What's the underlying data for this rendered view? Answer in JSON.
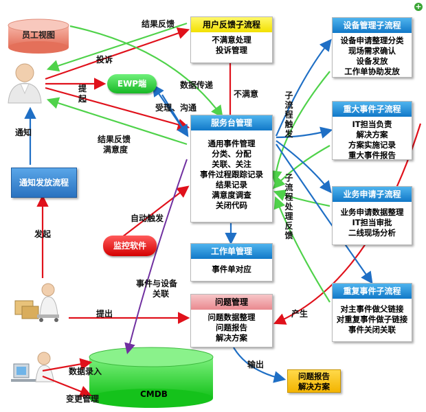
{
  "top_right_icon": "plus-icon",
  "nodes": {
    "employee_view": {
      "label": "员工视图"
    },
    "ewp": {
      "label": "EWP端"
    },
    "notify_flow": {
      "label": "通知发放流程"
    },
    "monitor": {
      "label": "监控软件"
    },
    "cmdb": {
      "label": "CMDB"
    },
    "user_feedback": {
      "title": "用户反馈子流程",
      "lines": [
        "不满意处理",
        "投诉管理"
      ]
    },
    "service_desk": {
      "title": "服务台管理",
      "lines": [
        "通用事件管理",
        "分类、分配",
        "关联、关注",
        "事件过程跟踪记录",
        "结果记录",
        "满意度调查",
        "关闭代码"
      ]
    },
    "work_order": {
      "title": "工作单管理",
      "lines": [
        "事件单对应"
      ]
    },
    "problem_mgmt": {
      "title": "问题管理",
      "lines": [
        "问题数据整理",
        "问题报告",
        "解决方案"
      ]
    },
    "equipment": {
      "title": "设备管理子流程",
      "lines": [
        "设备申请整理分类",
        "现场需求确认",
        "设备发放",
        "工作单协助发放"
      ]
    },
    "major_incident": {
      "title": "重大事件子流程",
      "lines": [
        "IT担当负责",
        "解决方案",
        "方案实施记录",
        "重大事件报告"
      ]
    },
    "business_request": {
      "title": "业务申请子流程",
      "lines": [
        "业务申请数据整理",
        "IT担当审批",
        "二线现场分析"
      ]
    },
    "repeat_incident": {
      "title": "重复事件子流程",
      "lines": [
        "对主事件做父链接",
        "对重复事件做子链接",
        "事件关闭关联"
      ]
    },
    "problem_report_output": {
      "lines": [
        "问题报告",
        "解决方案"
      ]
    }
  },
  "labels": {
    "result_feedback_top": "结果反馈",
    "complaint": "投诉",
    "raise_1": "提",
    "raise_2": "起",
    "data_transfer": "数据传递",
    "dissatisfied": "不满意",
    "accept_communicate": "受理、沟通",
    "subflow_trigger": "子流程触发",
    "subflow_feedback": "子流程处理反馈",
    "notify": "通知",
    "result_feedback_mid_1": "结果反馈",
    "result_feedback_mid_2": "满意度",
    "auto_trigger": "自动触发",
    "initiate": "发起",
    "incident_device_link_1": "事件与设备",
    "incident_device_link_2": "关联",
    "submit": "提出",
    "generate": "产生",
    "output": "输出",
    "data_entry": "数据录入",
    "change_mgmt": "变更管理"
  },
  "icons": [
    "person-icon",
    "delivery-person-icon",
    "computer-user-icon"
  ],
  "colors": {
    "blue_header": "#1a86d6",
    "green_arrow": "#4fd24a",
    "red_arrow": "#e0111b",
    "blue_arrow": "#1f6fc5",
    "purple_arrow": "#7030a0",
    "cmdb_green": "#1ec820"
  }
}
